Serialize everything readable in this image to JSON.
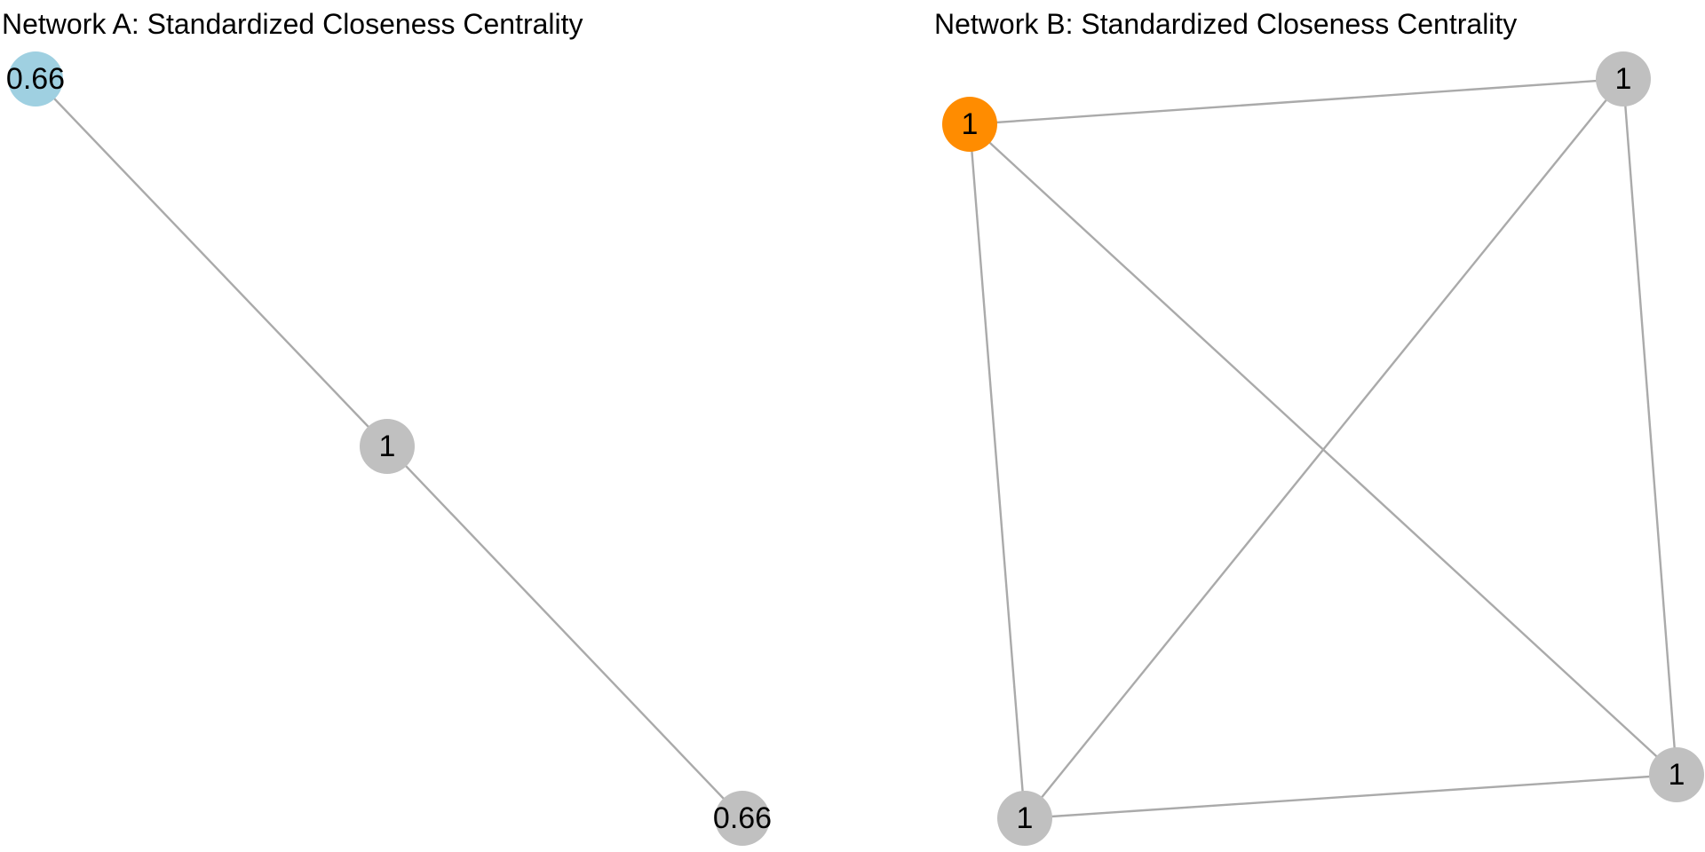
{
  "networks": [
    {
      "title": "Network A: Standardized Closeness Centrality",
      "nodes": [
        {
          "id": "a1",
          "label": "0.66",
          "color": "#9fd0e1"
        },
        {
          "id": "a2",
          "label": "1",
          "color": "#c0c0c0"
        },
        {
          "id": "a3",
          "label": "0.66",
          "color": "#c0c0c0"
        }
      ],
      "edges": [
        [
          "a1",
          "a2"
        ],
        [
          "a2",
          "a3"
        ]
      ]
    },
    {
      "title": "Network B: Standardized Closeness Centrality",
      "nodes": [
        {
          "id": "b1",
          "label": "1",
          "color": "#ff8c00"
        },
        {
          "id": "b2",
          "label": "1",
          "color": "#c0c0c0"
        },
        {
          "id": "b3",
          "label": "1",
          "color": "#c0c0c0"
        },
        {
          "id": "b4",
          "label": "1",
          "color": "#c0c0c0"
        }
      ],
      "edges": [
        [
          "b1",
          "b2"
        ],
        [
          "b1",
          "b3"
        ],
        [
          "b1",
          "b4"
        ],
        [
          "b2",
          "b3"
        ],
        [
          "b2",
          "b4"
        ],
        [
          "b3",
          "b4"
        ]
      ]
    }
  ],
  "colors": {
    "edge": "#aaaaaa",
    "highlight_a": "#9fd0e1",
    "highlight_b": "#ff8c00",
    "default_node": "#c0c0c0"
  }
}
